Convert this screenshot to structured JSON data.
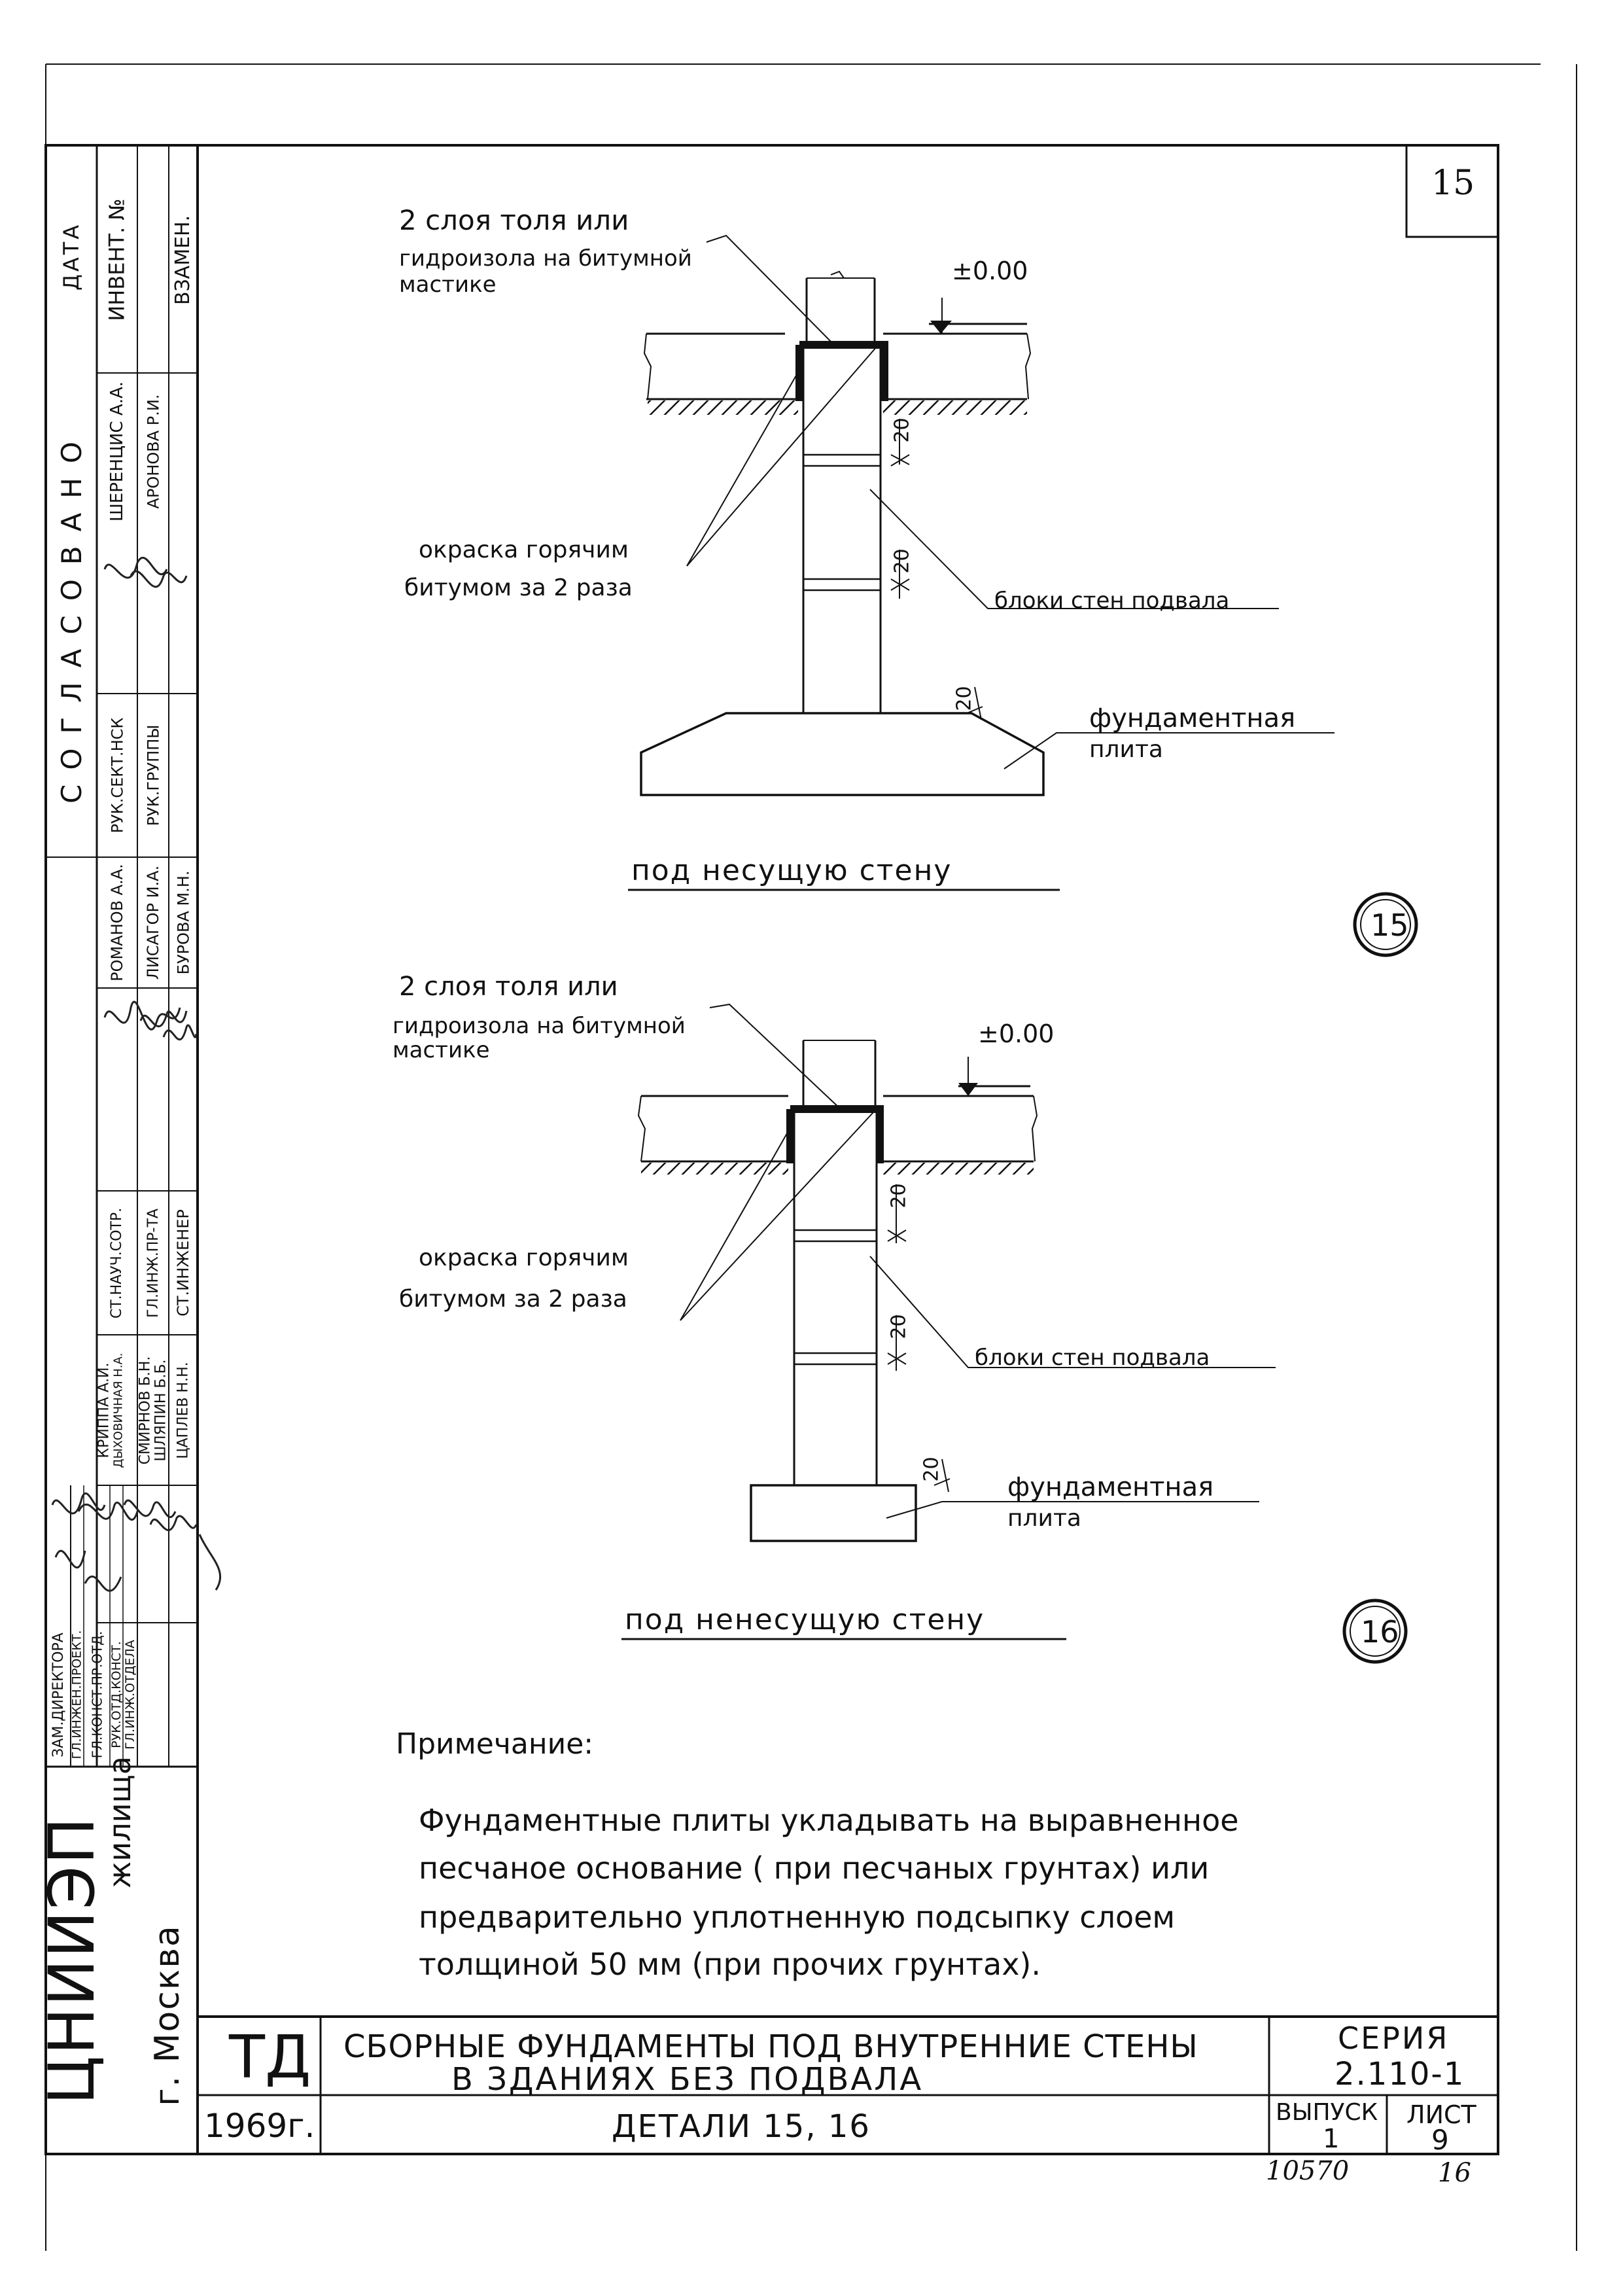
{
  "sheet_number": "15",
  "detail15": {
    "layers_note_line1": "2 слоя толя или",
    "layers_note_line2": "гидроизола на битумной",
    "layers_note_line3": "мастике",
    "level_mark": "±0.00",
    "dim_top": "20",
    "dim_mid": "20",
    "dim_bottom": "20",
    "paint_line1": "окраска горячим",
    "paint_line2": "битумом за 2 раза",
    "blocks_label": "блоки стен подвала",
    "slab_line1": "фундаментная",
    "slab_line2": "плита",
    "caption": "под несущую стену",
    "marker": "15"
  },
  "detail16": {
    "layers_note_line1": "2 слоя толя   или",
    "layers_note_line2": "гидроизола на битумной",
    "layers_note_line3": "мастике",
    "level_mark": "±0.00",
    "dim_top": "20",
    "dim_mid": "20",
    "dim_bottom": "20",
    "paint_line1": "окраска горячим",
    "paint_line2": "битумом за 2 раза",
    "blocks_label": "блоки стен подвала",
    "slab_line1": "фундаментная",
    "slab_line2": "плита",
    "caption": "под ненесущую стену",
    "marker": "16"
  },
  "note": {
    "title": "Примечание:",
    "line1": "Фундаментные плиты укладывать на выравненное",
    "line2": "песчаное основание ( при песчаных грунтах) или",
    "line3": "предварительно уплотненную подсыпку слоем",
    "line4": "толщиной 50 мм (при прочих грунтах)."
  },
  "title_block": {
    "code": "ТД",
    "year": "1969г.",
    "title_line1": "СБОРНЫЕ ФУНДАМЕНТЫ ПОД ВНУТРЕННИЕ СТЕНЫ",
    "title_line2": "В ЗДАНИЯХ БЕЗ ПОДВАЛА",
    "subtitle": "ДЕТАЛИ 15, 16",
    "series_label": "СЕРИЯ",
    "series_value": "2.110-1",
    "issue_label": "ВЫПУСК",
    "issue_value": "1",
    "sheet_label": "ЛИСТ",
    "sheet_value": "9"
  },
  "bottom_notes": {
    "left": "10570",
    "right": "16"
  },
  "side_block": {
    "org_name": "ЦНИИЭП",
    "org_suffix": "жилища",
    "city": "г. Москва",
    "agreed": "СОГЛАСОВАНО",
    "col_date": "ДАТА",
    "col_inv": "ИНВЕНТ. №",
    "col_replace": "ВЗАМЕН.",
    "positions": [
      "ЗАМ.ДИРЕКТОРА",
      "ГЛ.ИНЖЕН.ПРОЕКТ.",
      "ГЛ.КОНСТ.ПР.ОТД.",
      "РУК.ОТД.КОНСТ.",
      "ГЛ.ИНЖ.ОТДЕЛА"
    ],
    "names_1": [
      "КРИППА А.И.",
      "ДЫХОВИЧНАЯ Н.А.",
      "СМИРНОВ Б.Н.",
      "ШЛЯПИН Б.Б.",
      "ЦАПЛЕВ Н.Н."
    ],
    "positions_2": [
      "СТ.НАУЧ.СОТР.",
      "ГЛ.ИНЖ.ПР-ТА",
      "СТ.ИНЖЕНЕР"
    ],
    "names_2": [
      "РОМАНОВ А.А.",
      "ЛИСАГОР И.А.",
      "БУРОВА М.Н."
    ],
    "positions_3": [
      "РУК.СЕКТ.НСК",
      "РУК.ГРУППЫ"
    ],
    "names_3": [
      "ШЕРЕНЦИС А.А.",
      "АРОНОВА Р.И."
    ]
  }
}
